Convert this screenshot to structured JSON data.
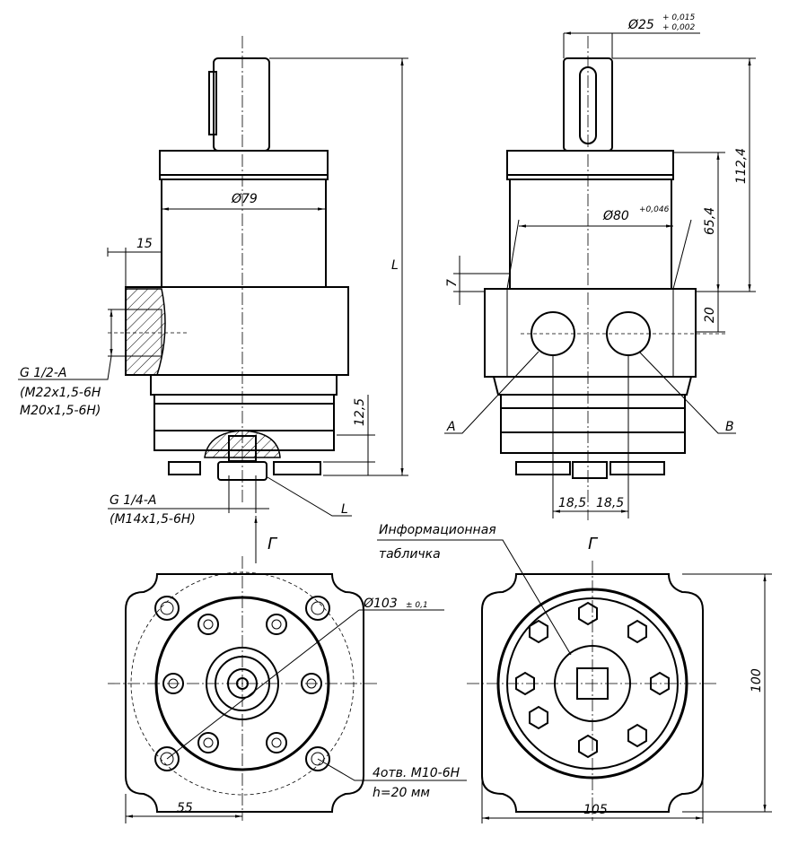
{
  "drawing": {
    "side_view": {
      "dim_body_diameter": "Ø79",
      "dim_port_offset": "15",
      "port_thread": "G 1/2-A",
      "port_thread_alt1": "(M22x1,5-6H",
      "port_thread_alt2": "M20x1,5-6H)",
      "dim_drain_height": "12,5",
      "dim_length": "L",
      "drain_thread": "G 1/4-A",
      "drain_thread_alt": "(M14x1,5-6H)",
      "drain_label": "L",
      "view_arrow_label": "Г"
    },
    "front_view": {
      "dim_shaft_diameter": "Ø25",
      "shaft_tol_upper": "+ 0,015",
      "shaft_tol_lower": "+ 0,002",
      "dim_pilot_diameter": "Ø80",
      "pilot_tol": "+0,046",
      "dim_total_height": "112,4",
      "dim_shaft_height": "65,4",
      "dim_port_height": "20",
      "dim_pilot_height": "7",
      "port_a": "A",
      "port_b": "B",
      "dim_port_left": "18,5",
      "dim_port_right": "18,5"
    },
    "bottom_left_view": {
      "dim_bolt_circle": "Ø103",
      "bolt_circle_tol": "± 0,1",
      "holes_note": "4отв. M10-6H",
      "holes_depth": "h=20 мм",
      "dim_offset": "55"
    },
    "bottom_right_view": {
      "view_label": "Г",
      "nameplate_line1": "Информационная",
      "nameplate_line2": "табличка",
      "dim_height": "100",
      "dim_width": "105"
    }
  }
}
